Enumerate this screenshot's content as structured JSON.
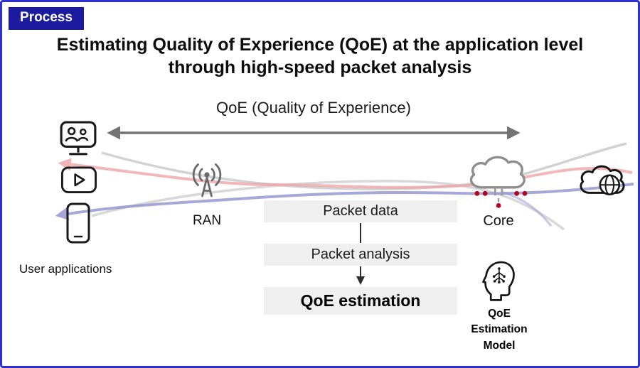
{
  "badge": {
    "label": "Process"
  },
  "title": {
    "line1": "Estimating Quality of Experience (QoE) at the application level",
    "line2": "through high-speed packet analysis"
  },
  "qoe_span": {
    "label": "QoE (Quality of Experience)"
  },
  "user_apps": {
    "caption": "User applications",
    "icons": [
      "video-conference-icon",
      "video-player-icon",
      "smartphone-icon"
    ]
  },
  "ran": {
    "label": "RAN",
    "icon": "ran-antenna-icon"
  },
  "core": {
    "label": "Core",
    "icon": "core-cloud-icon"
  },
  "internet": {
    "icon": "internet-globe-cloud-icon"
  },
  "pipeline": {
    "steps": [
      {
        "label": "Packet data"
      },
      {
        "label": "Packet analysis"
      },
      {
        "label": "QoE estimation"
      }
    ]
  },
  "model": {
    "icon": "ai-head-icon",
    "lines": [
      "QoE",
      "Estimation",
      "Model"
    ]
  },
  "colors": {
    "frame_border": "#2b2fd4",
    "badge_bg": "#1c1b9e",
    "box_bg": "#efefef",
    "arrow_gray": "#747474",
    "flow_pink": "#efa6a9",
    "flow_purple": "#9094ce",
    "flow_gray": "#cdcdcd",
    "dot_red": "#ad0a1f"
  }
}
